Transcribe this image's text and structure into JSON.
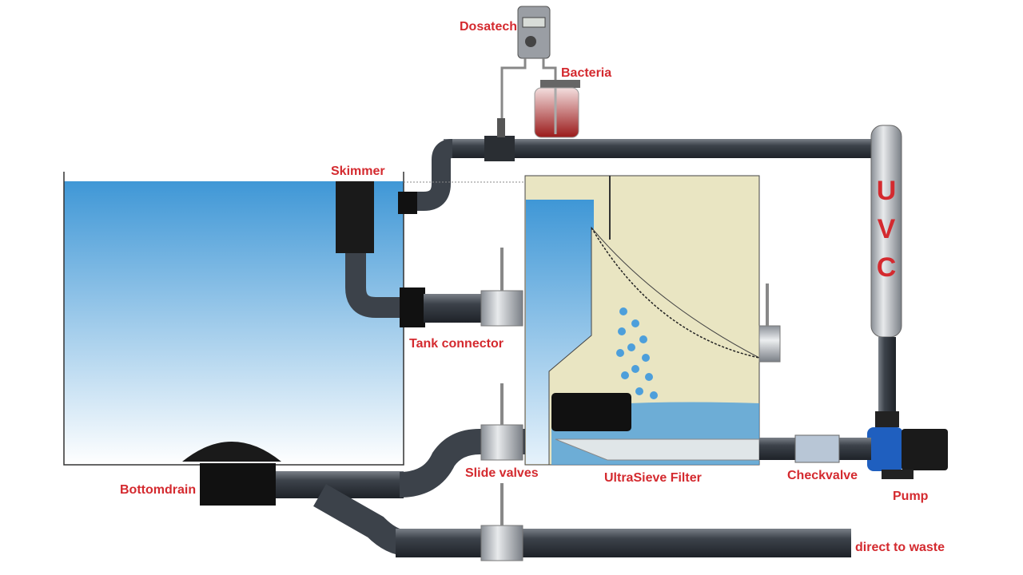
{
  "title": "Pond filtration system diagram",
  "labels": {
    "dosatech": "Dosatech",
    "bacteria": "Bacteria",
    "skimmer": "Skimmer",
    "tank_connector": "Tank connector",
    "bottomdrain": "Bottomdrain",
    "slide_valves": "Slide valves",
    "ultrasieve": "UltraSieve Filter",
    "checkvalve": "Checkvalve",
    "pump": "Pump",
    "waste": "direct to waste",
    "uvc_u": "U",
    "uvc_v": "V",
    "uvc_c": "C"
  },
  "colors": {
    "label": "#d42a2f",
    "pipe": "#3a4048",
    "water": "#4a9fd8",
    "filter": "#e9e5c2"
  }
}
